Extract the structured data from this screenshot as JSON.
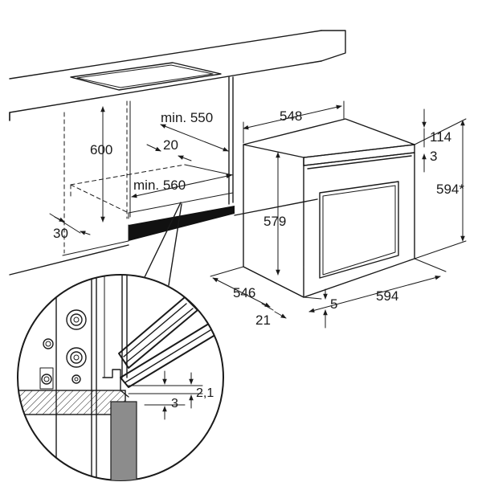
{
  "dimensions": {
    "cabinet_height": "600",
    "cabinet_depth_min": "min. 550",
    "gap_top": "20",
    "cabinet_width_min": "min. 560",
    "front_offset": "30",
    "oven_width": "548",
    "oven_top_offset": "114",
    "oven_top_gap": "3",
    "oven_height_total": "594*",
    "oven_body_height": "579",
    "oven_depth": "546",
    "oven_front_width": "594",
    "door_thickness": "21",
    "bottom_gap": "5",
    "detail_gap_1": "2,1",
    "detail_gap_2": "3"
  }
}
